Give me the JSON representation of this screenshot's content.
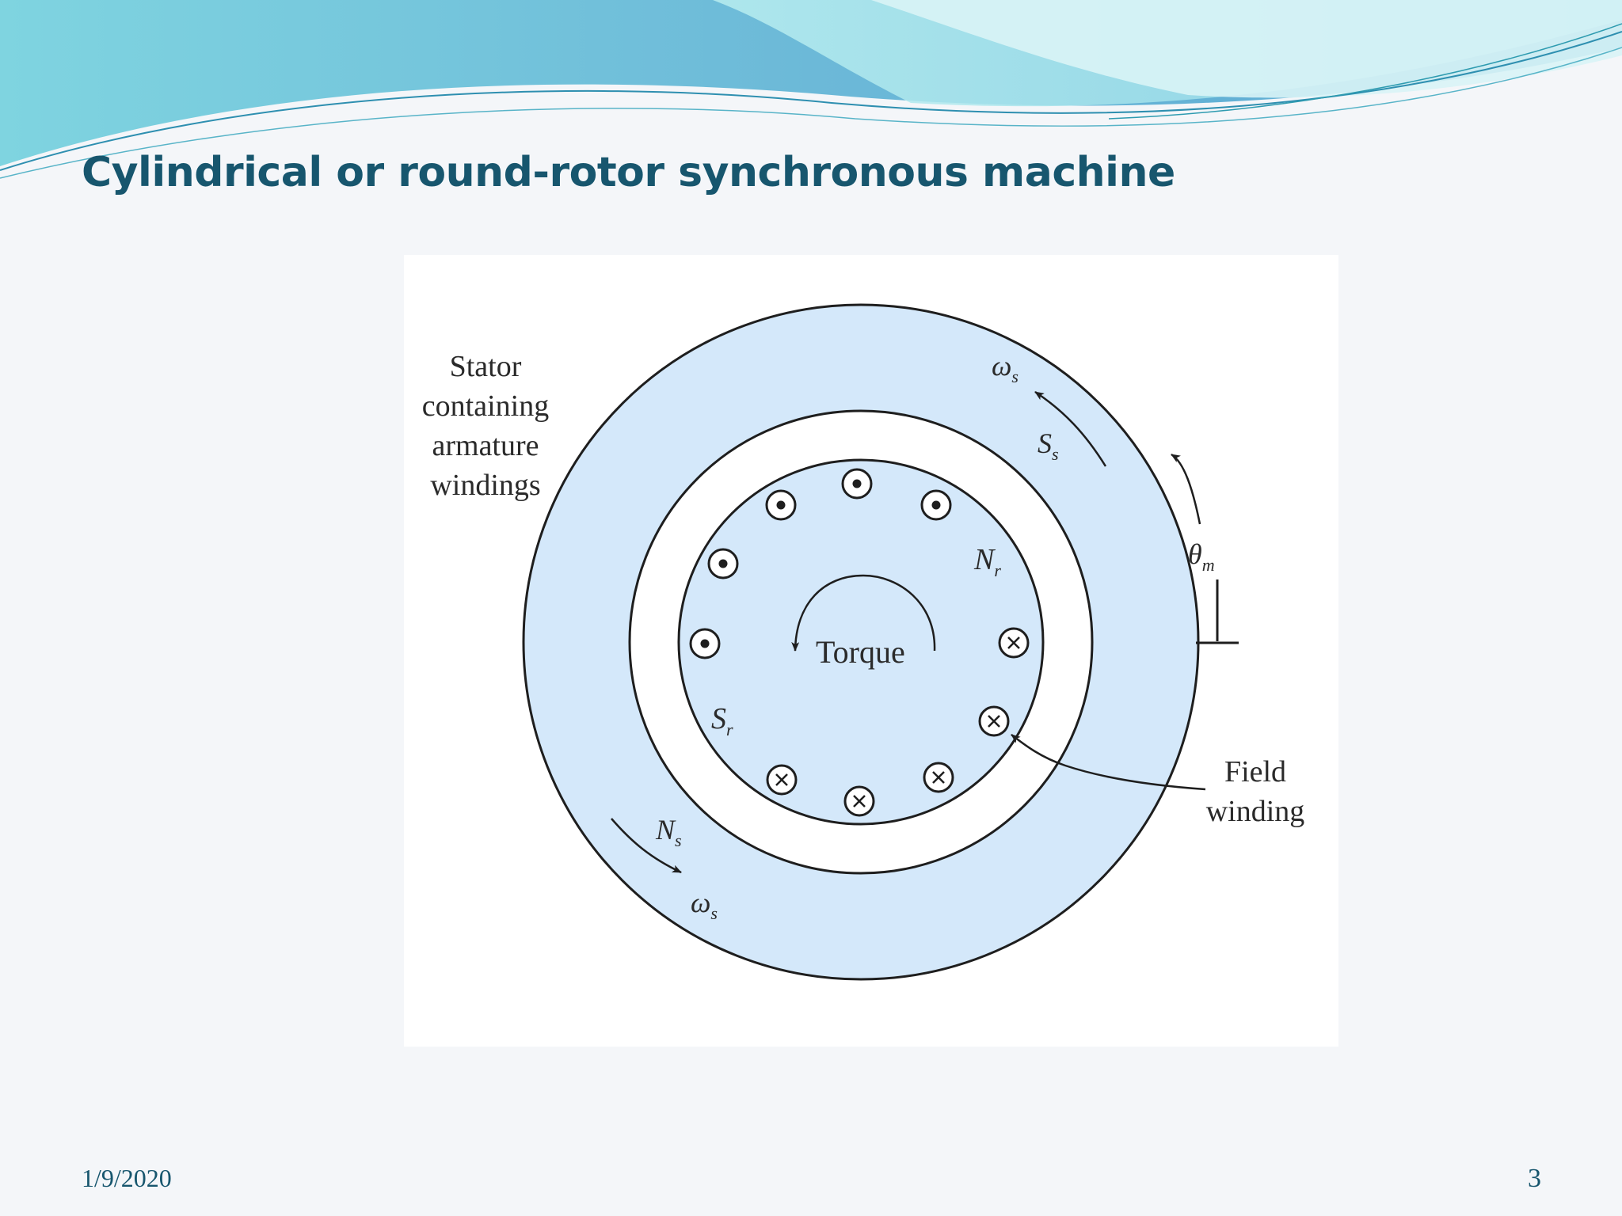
{
  "slide": {
    "title": "Cylindrical or round-rotor synchronous machine",
    "date": "1/9/2020",
    "page_number": "3"
  },
  "diagram": {
    "labels": {
      "stator": [
        "Stator",
        "containing",
        "armature",
        "windings"
      ],
      "field_winding": [
        "Field",
        "winding"
      ],
      "torque": "Torque"
    },
    "symbols": {
      "omega_top": {
        "base": "ω",
        "sub": "s"
      },
      "omega_bottom": {
        "base": "ω",
        "sub": "s"
      },
      "stator_south": {
        "base": "S",
        "sub": "s"
      },
      "stator_north": {
        "base": "N",
        "sub": "s"
      },
      "rotor_north": {
        "base": "N",
        "sub": "r"
      },
      "rotor_south": {
        "base": "S",
        "sub": "r"
      },
      "theta": {
        "base": "θ",
        "sub": "m"
      }
    },
    "conductors": {
      "dot_count": 5,
      "cross_count": 5
    },
    "colors": {
      "fill": "#d4e8fa",
      "stroke": "#1e1e1e",
      "title": "#17566e"
    }
  }
}
